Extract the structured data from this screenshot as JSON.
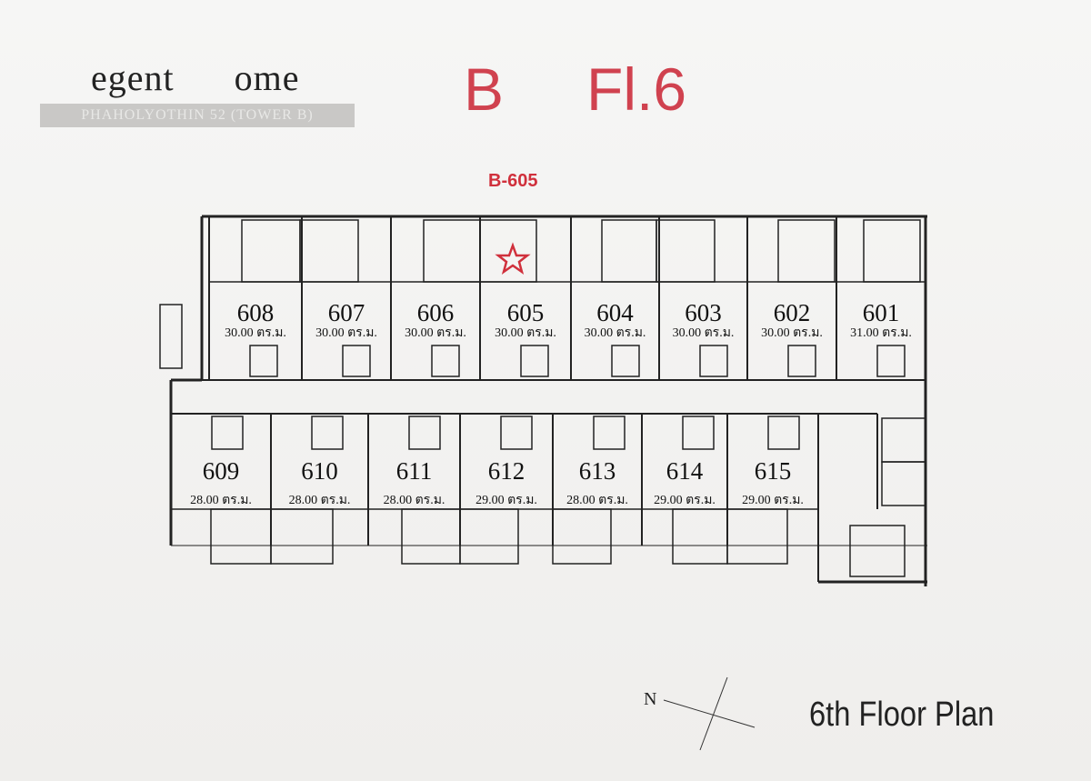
{
  "logo": {
    "name_part1": "egent",
    "name_part2": "ome",
    "subtitle": "PHAHOLYOTHIN 52 (TOWER B)"
  },
  "header": {
    "tower": "B",
    "floor": "Fl.6"
  },
  "highlight": {
    "unit_label": "B-605",
    "marker": "star-icon",
    "color": "#d0303c"
  },
  "units_top": [
    {
      "number": "608",
      "area": "30.00 ตร.ม."
    },
    {
      "number": "607",
      "area": "30.00 ตร.ม."
    },
    {
      "number": "606",
      "area": "30.00 ตร.ม."
    },
    {
      "number": "605",
      "area": "30.00 ตร.ม."
    },
    {
      "number": "604",
      "area": "30.00 ตร.ม."
    },
    {
      "number": "603",
      "area": "30.00 ตร.ม."
    },
    {
      "number": "602",
      "area": "30.00 ตร.ม."
    },
    {
      "number": "601",
      "area": "31.00 ตร.ม."
    }
  ],
  "units_bottom": [
    {
      "number": "609",
      "area": "28.00 ตร.ม."
    },
    {
      "number": "610",
      "area": "28.00 ตร.ม."
    },
    {
      "number": "611",
      "area": "28.00 ตร.ม."
    },
    {
      "number": "612",
      "area": "29.00 ตร.ม."
    },
    {
      "number": "613",
      "area": "28.00 ตร.ม."
    },
    {
      "number": "614",
      "area": "29.00 ตร.ม."
    },
    {
      "number": "615",
      "area": "29.00 ตร.ม."
    }
  ],
  "footer": {
    "north": "N",
    "title": "6th  Floor Plan"
  }
}
